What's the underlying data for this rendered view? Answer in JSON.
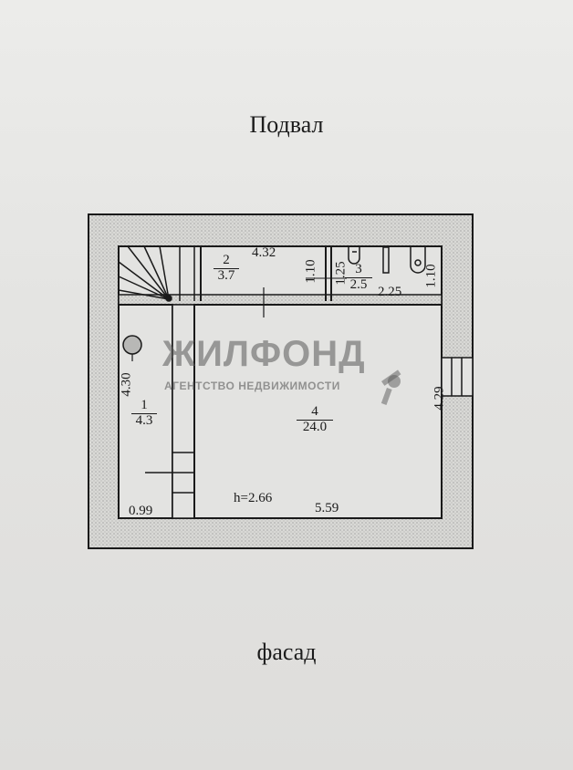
{
  "header": {
    "title": "Подвал"
  },
  "footer": {
    "label": "фасад"
  },
  "watermark": {
    "brand": "ЖИЛФОНД",
    "tagline": "АГЕНТСТВО НЕДВИЖИМОСТИ",
    "icon": "keys-icon"
  },
  "rooms": [
    {
      "number": "1",
      "area": "4.3"
    },
    {
      "number": "2",
      "area": "3.7"
    },
    {
      "number": "3",
      "area": "2.5"
    },
    {
      "number": "4",
      "area": "24.0"
    }
  ],
  "dimensions": {
    "room2_length": "4.32",
    "room2_width": "1.10",
    "room3_width_left": "1.25",
    "room3_length": "2.25",
    "room3_width_right": "1.10",
    "room1_length": "4.30",
    "room1_width": "0.99",
    "room4_width": "5.59",
    "room4_length": "4.29",
    "ceiling_height": "h=2.66"
  },
  "colors": {
    "line": "#1a1a1a",
    "paper": "#e6e6e4"
  }
}
